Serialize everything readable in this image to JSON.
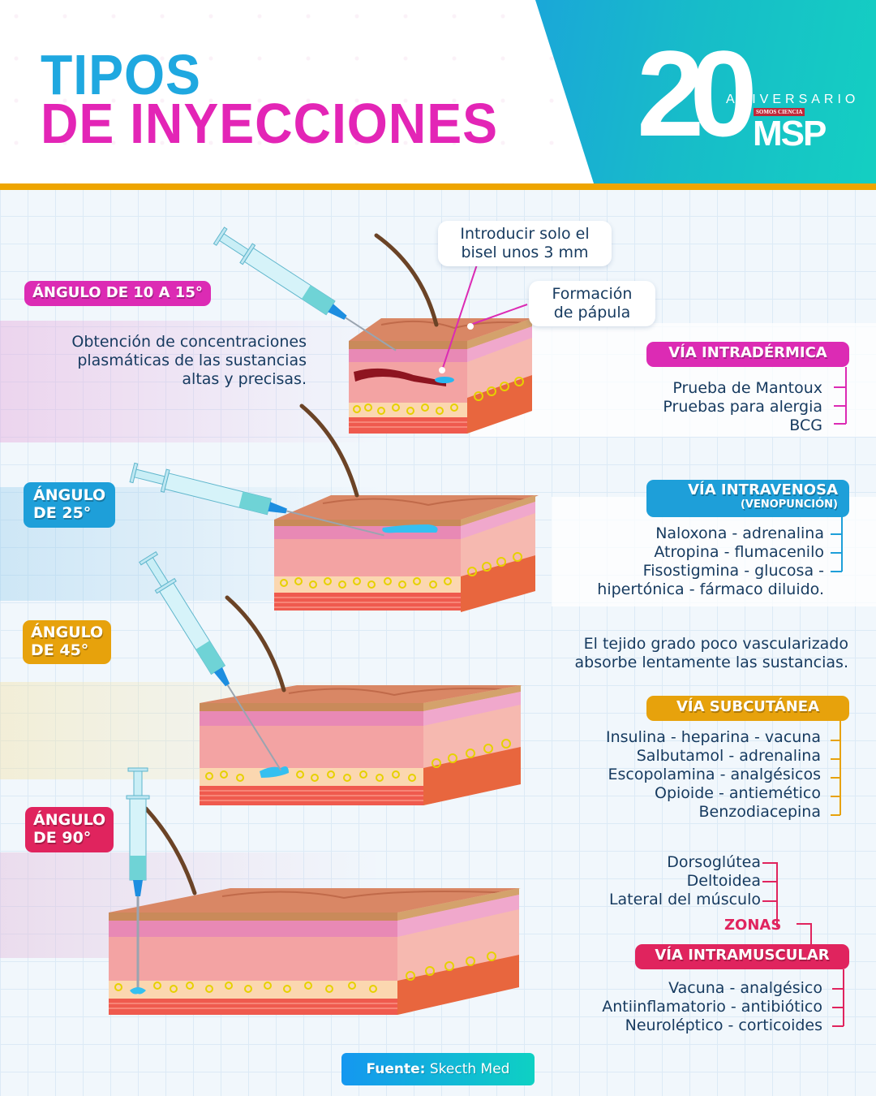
{
  "header": {
    "title_line1": "TIPOS",
    "title_line2": "DE INYECCIONES",
    "logo": {
      "number": "20",
      "aniversario": "ANIVERSARIO",
      "tagline": "SOMOS CIENCIA",
      "brand": "MSP"
    }
  },
  "colors": {
    "title_blue": "#1fa8e0",
    "title_magenta": "#e325b6",
    "rule_orange": "#eea500",
    "text_navy": "#163a5f",
    "intradermica": "#dc2bb4",
    "intravenosa": "#1e9fd9",
    "subcutanea": "#e7a20c",
    "intramuscular": "#e0245e"
  },
  "sections": {
    "intradermica": {
      "angle_label": "ÁNGULO DE 10 A 15°",
      "description": [
        "Obtención de concentraciones",
        "plasmáticas de las sustancias",
        "altas y precisas."
      ],
      "callouts": {
        "bisel": [
          "Introducir solo el",
          "bisel unos 3 mm"
        ],
        "papula": [
          "Formación",
          "de pápula"
        ]
      },
      "via_label": "VÍA INTRADÉRMICA",
      "items": [
        "Prueba de Mantoux",
        "Pruebas para alergia",
        "BCG"
      ]
    },
    "intravenosa": {
      "angle_label_line1": "ÁNGULO",
      "angle_label_line2": "DE 25°",
      "via_label": "VÍA INTRAVENOSA",
      "via_sublabel": "(VENOPUNCIÓN)",
      "items": [
        "Naloxona - adrenalina",
        "Atropina - flumacenilo",
        "Fisostigmina - glucosa -",
        "hipertónica - fármaco diluido."
      ]
    },
    "subcutanea": {
      "angle_label_line1": "ÁNGULO",
      "angle_label_line2": "DE 45°",
      "description": [
        "El tejido grado poco vascularizado",
        "absorbe lentamente las sustancias."
      ],
      "via_label": "VÍA SUBCUTÁNEA",
      "items": [
        "Insulina - heparina - vacuna",
        "Salbutamol - adrenalina",
        "Escopolamina - analgésicos",
        "Opioide - antiemético",
        "Benzodiacepina"
      ]
    },
    "intramuscular": {
      "angle_label_line1": "ÁNGULO",
      "angle_label_line2": "DE 90°",
      "zones": [
        "Dorsoglútea",
        "Deltoidea",
        "Lateral del músculo"
      ],
      "zones_label": "ZONAS",
      "via_label": "VÍA INTRAMUSCULAR",
      "items": [
        "Vacuna - analgésico",
        "Antiinflamatorio - antibiótico",
        "Neuroléptico - corticoides"
      ]
    }
  },
  "footer": {
    "source_label": "Fuente:",
    "source_value": "Skecth Med"
  }
}
